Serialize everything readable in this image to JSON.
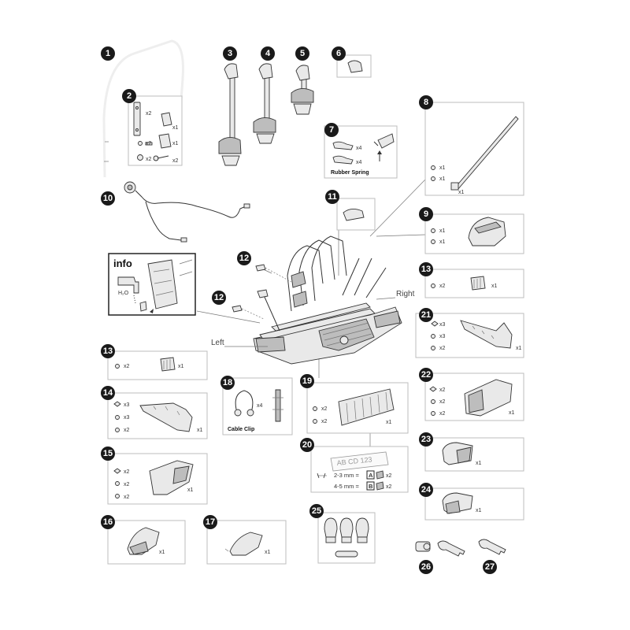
{
  "parts": [
    {
      "id": "p1",
      "num": "1"
    },
    {
      "id": "p2",
      "num": "2"
    },
    {
      "id": "p3",
      "num": "3"
    },
    {
      "id": "p4",
      "num": "4"
    },
    {
      "id": "p5",
      "num": "5"
    },
    {
      "id": "p6",
      "num": "6"
    },
    {
      "id": "p7",
      "num": "7"
    },
    {
      "id": "p8",
      "num": "8"
    },
    {
      "id": "p9",
      "num": "9"
    },
    {
      "id": "p10",
      "num": "10"
    },
    {
      "id": "p11",
      "num": "11"
    },
    {
      "id": "p12a",
      "num": "12"
    },
    {
      "id": "p12b",
      "num": "12"
    },
    {
      "id": "p13a",
      "num": "13"
    },
    {
      "id": "p13b",
      "num": "13"
    },
    {
      "id": "p14",
      "num": "14"
    },
    {
      "id": "p15",
      "num": "15"
    },
    {
      "id": "p16",
      "num": "16"
    },
    {
      "id": "p17",
      "num": "17"
    },
    {
      "id": "p18",
      "num": "18"
    },
    {
      "id": "p19",
      "num": "19"
    },
    {
      "id": "p20",
      "num": "20"
    },
    {
      "id": "p21",
      "num": "21"
    },
    {
      "id": "p22",
      "num": "22"
    },
    {
      "id": "p23",
      "num": "23"
    },
    {
      "id": "p24",
      "num": "24"
    },
    {
      "id": "p25",
      "num": "25"
    },
    {
      "id": "p26",
      "num": "26"
    },
    {
      "id": "p27",
      "num": "27"
    }
  ],
  "quantities": {
    "x1": "x1",
    "x2": "x2",
    "x3": "x3",
    "x4": "x4"
  },
  "captions": {
    "rubber_spring": "Rubber Spring",
    "cable_clip": "Cable Clip",
    "info": "info",
    "h2o": "H₂O",
    "left": "Left",
    "right": "Right"
  },
  "plate": {
    "text": "AB CD 123",
    "row_a": "2-3 mm =",
    "row_b": "4-5 mm =",
    "label_a": "A",
    "label_b": "B"
  },
  "colors": {
    "badge": "#1a1a1a",
    "box_border": "#bdbdbd",
    "part_fill": "#e9e9e9"
  }
}
